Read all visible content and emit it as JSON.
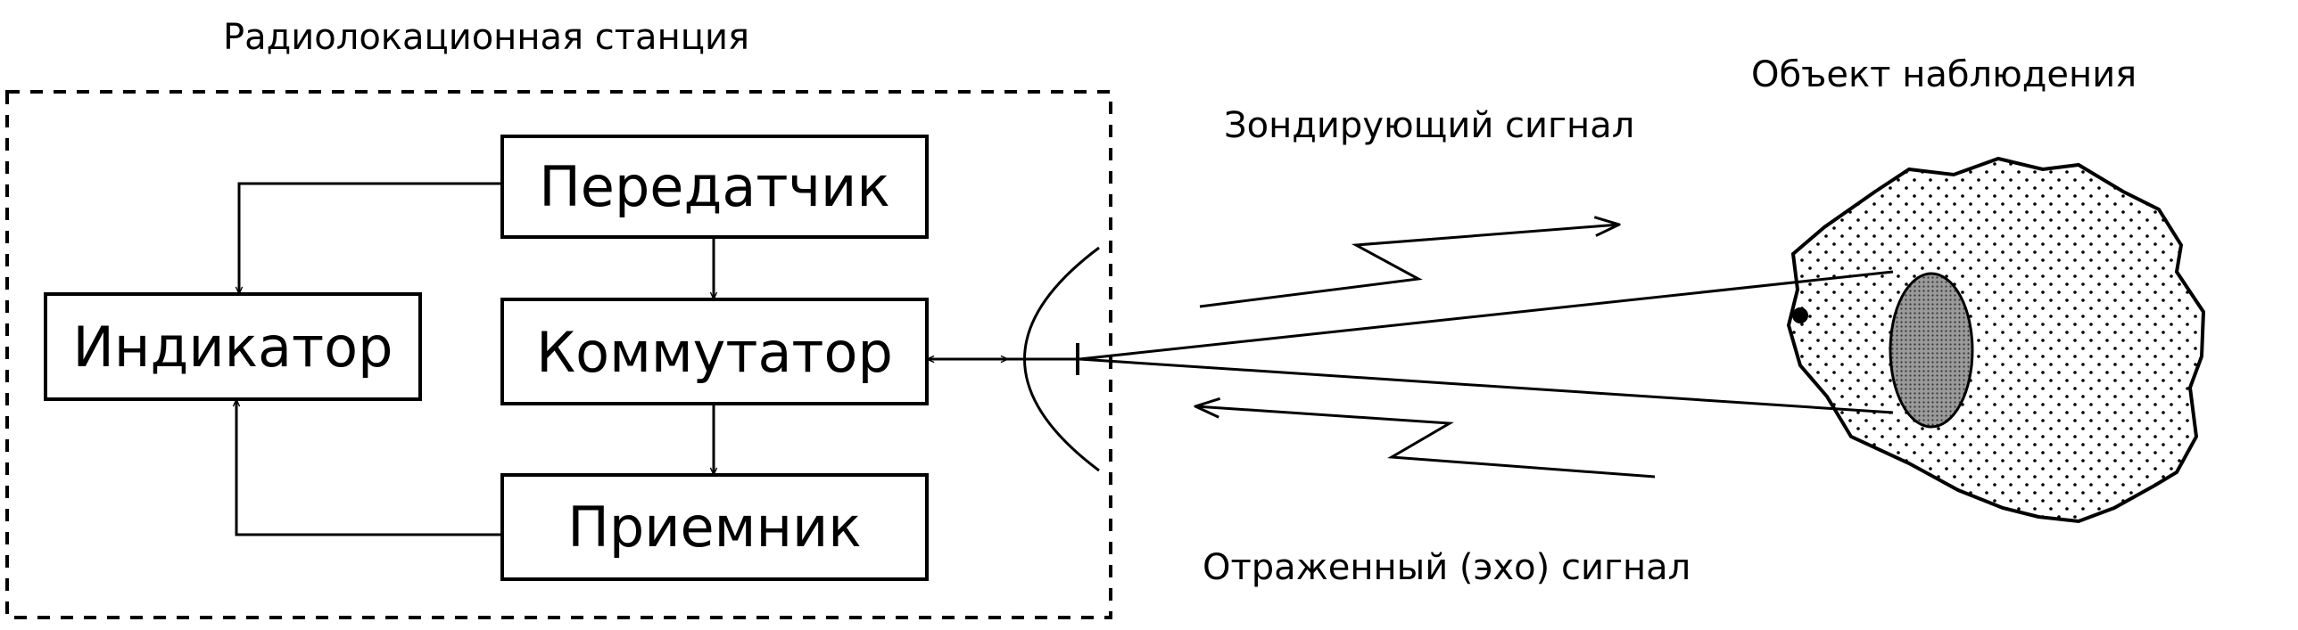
{
  "station": {
    "title": "Радиолокационная станция",
    "blocks": {
      "transmitter": "Передатчик",
      "switch": "Коммутатор",
      "indicator": "Индикатор",
      "receiver": "Приемник"
    }
  },
  "object": {
    "label": "Объект наблюдения"
  },
  "signals": {
    "probe": "Зондирующий сигнал",
    "echo": "Отраженный (эхо) сигнал"
  },
  "colors": {
    "ink": "#000000",
    "object_fill": "#ffffff",
    "target_fill": "#8f8f8f"
  }
}
